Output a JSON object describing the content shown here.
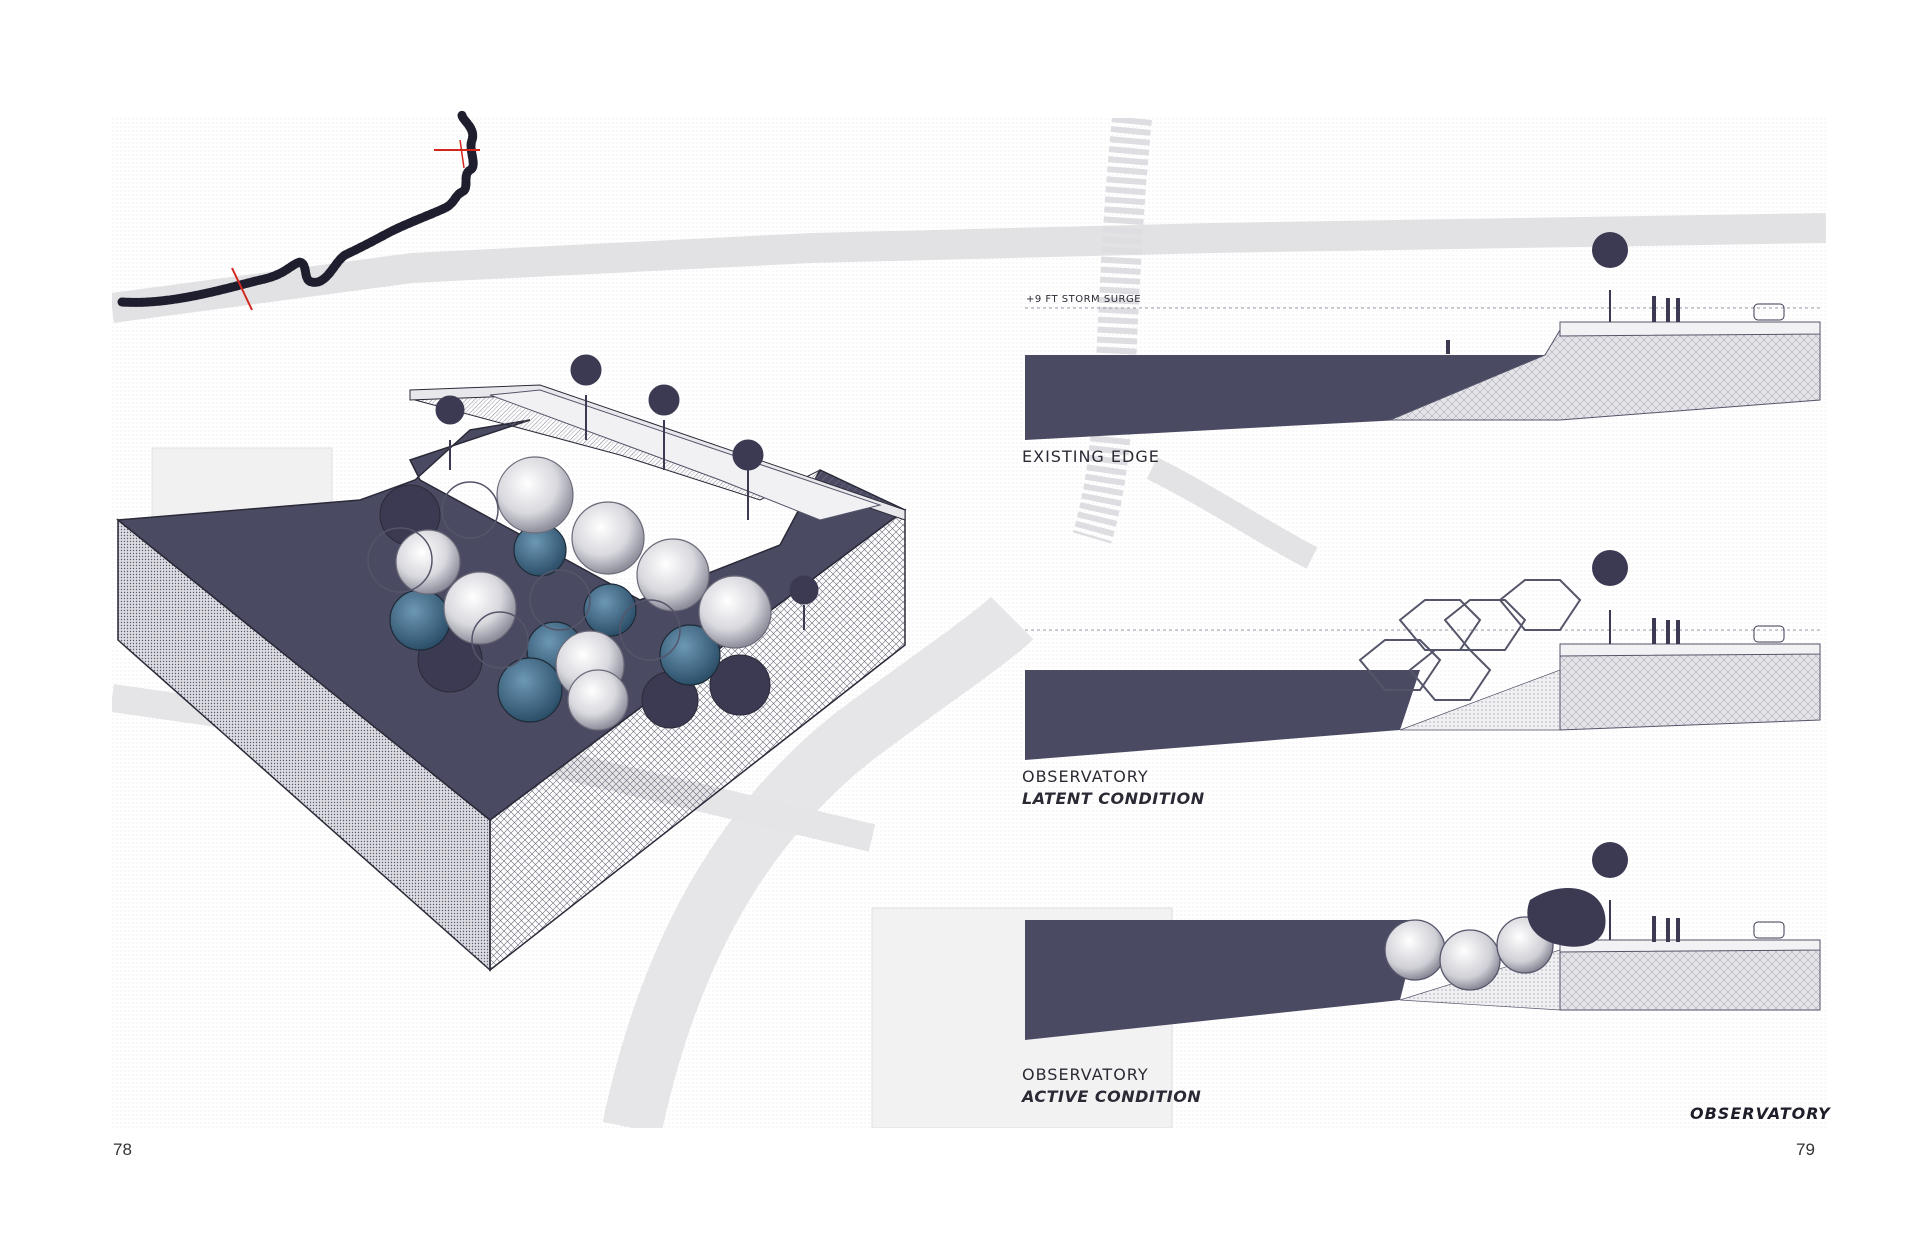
{
  "page_left_number": "78",
  "page_right_number": "79",
  "section_heading": "OBSERVATORY",
  "storm_surge_label": "+9 FT STORM SURGE",
  "sections": [
    {
      "title": "EXISTING EDGE",
      "subtitle": ""
    },
    {
      "title": "OBSERVATORY",
      "subtitle": "LATENT CONDITION"
    },
    {
      "title": "OBSERVATORY",
      "subtitle": "ACTIVE CONDITION"
    }
  ],
  "colors": {
    "water": "#4b4a63",
    "water_dark": "#3b3a52",
    "panel_blue": "#3f6f8e",
    "ground_hatch": "#8a8a95",
    "background_map": "#eeeeef"
  },
  "icons": [
    "site-key-plan",
    "section-cut-marker",
    "palm-tree-icon",
    "car-icon",
    "person-icon"
  ]
}
